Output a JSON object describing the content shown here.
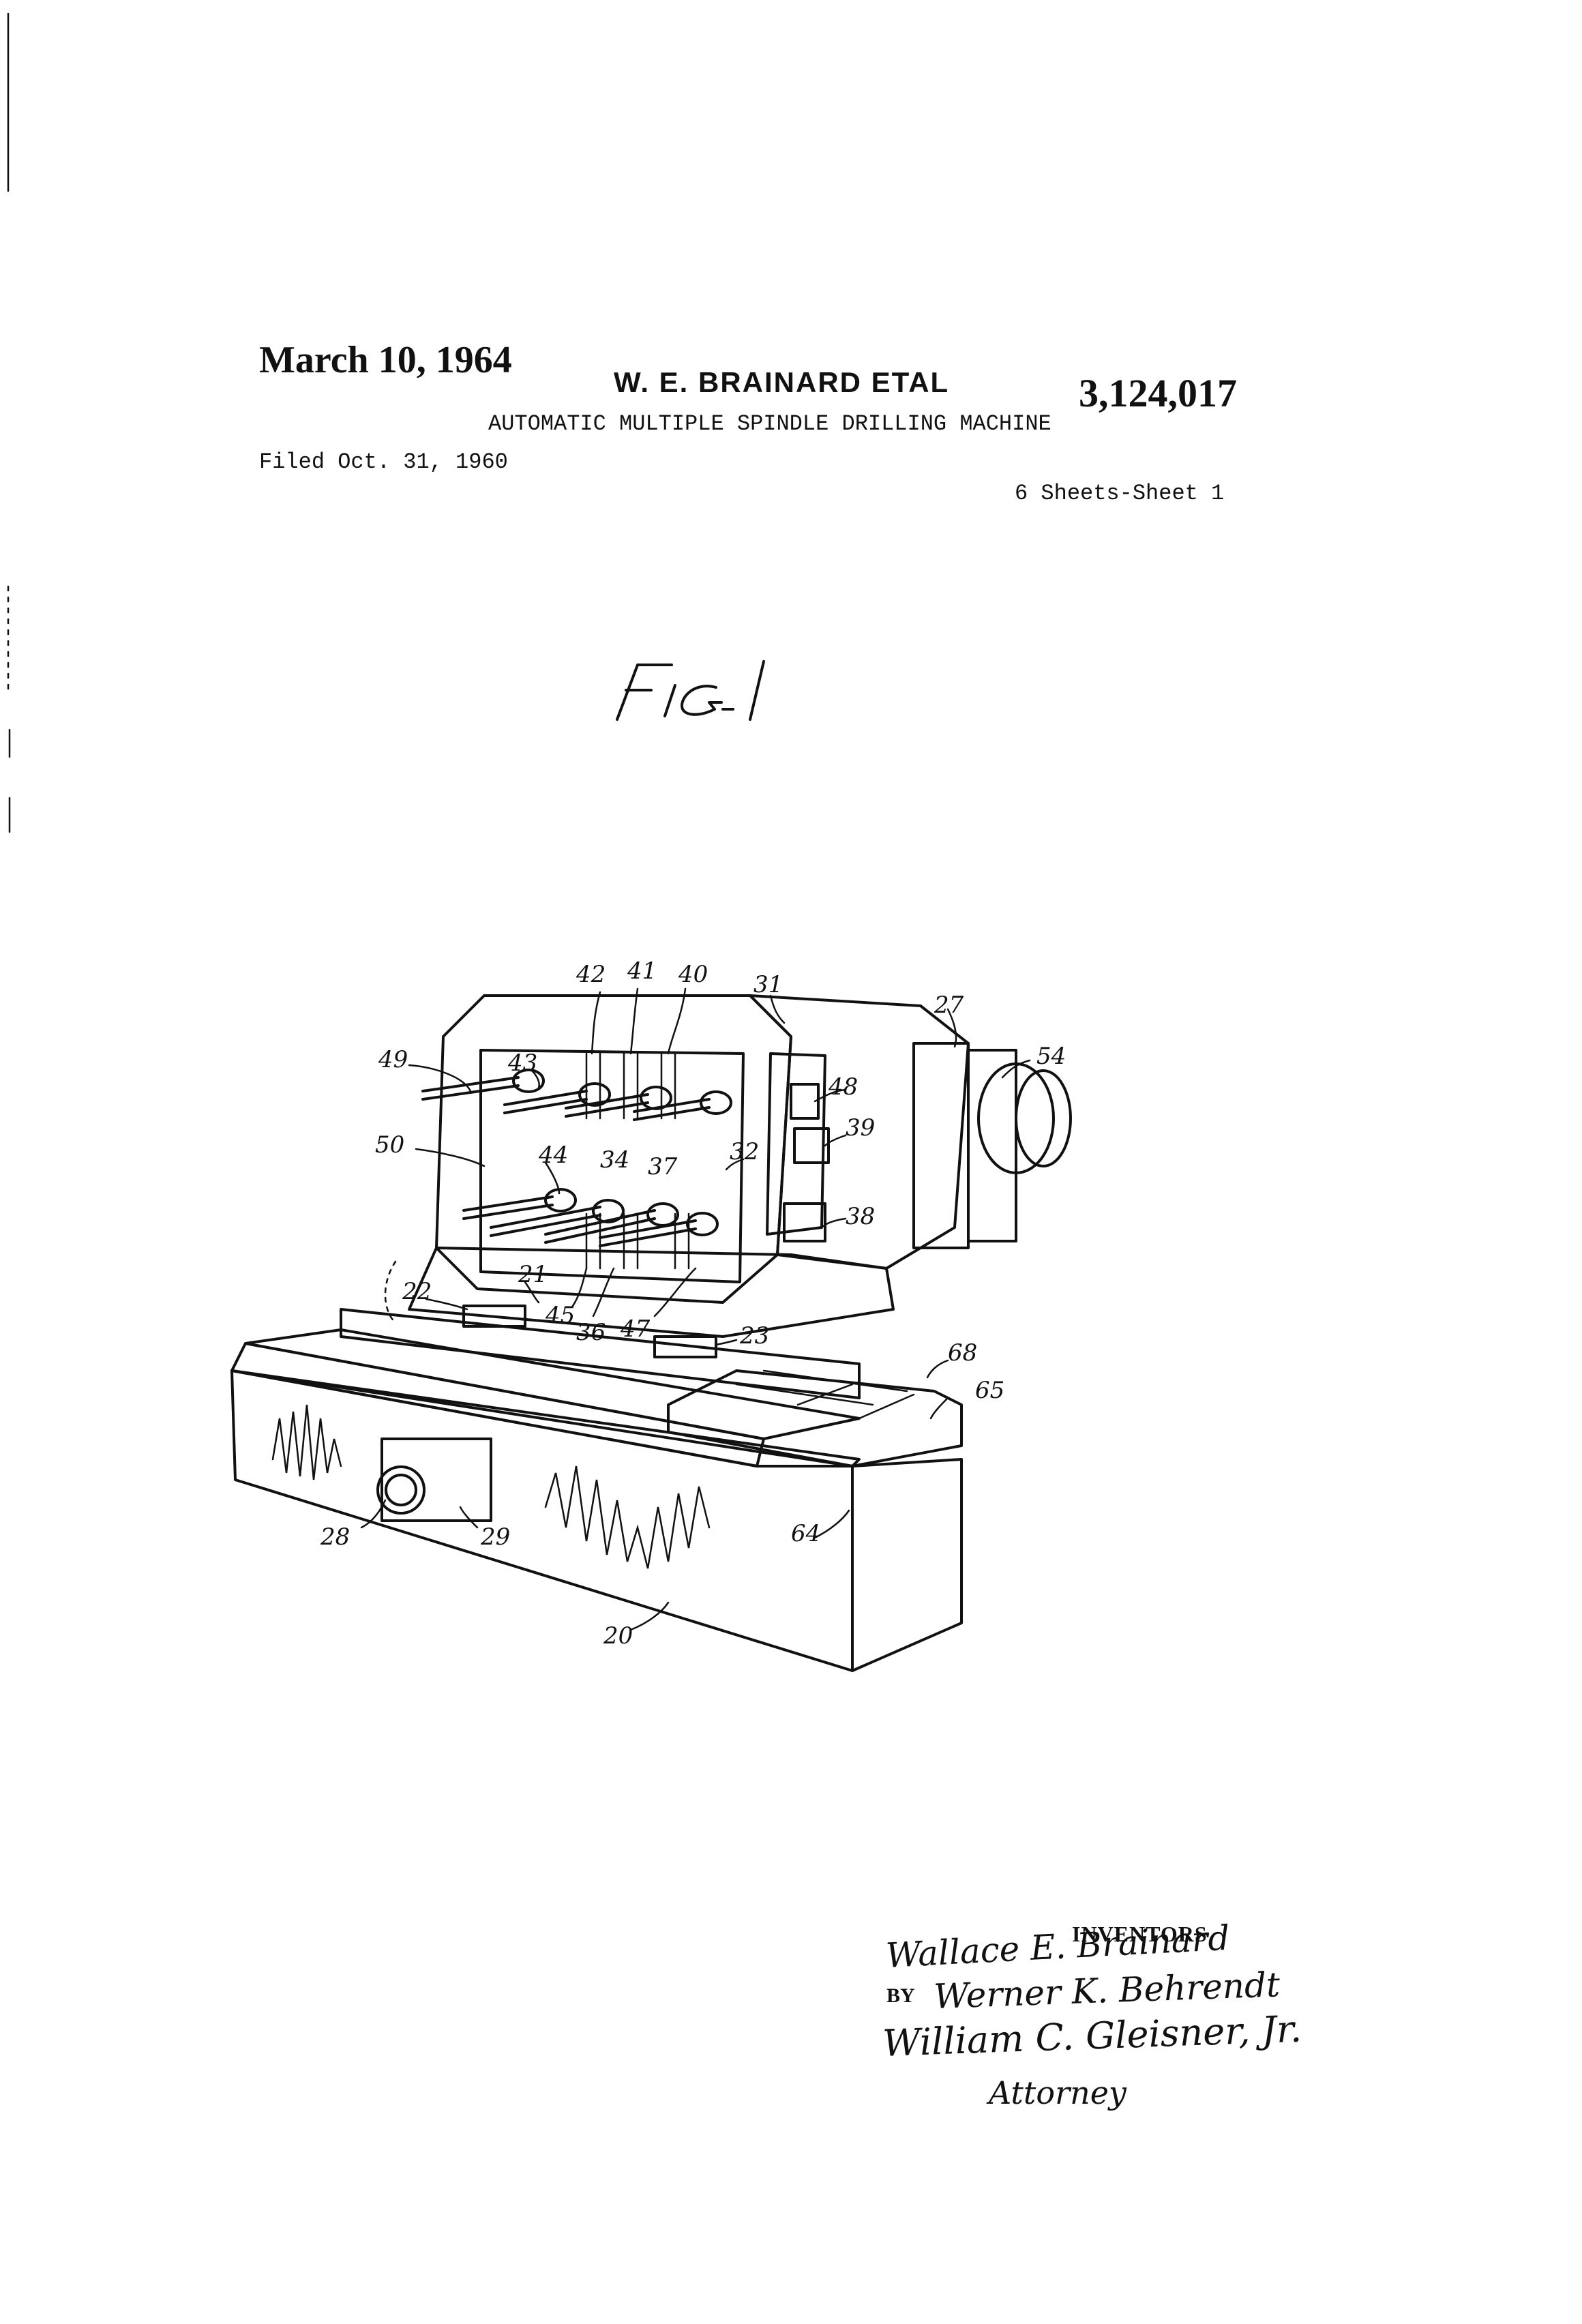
{
  "header": {
    "date": "March 10, 1964",
    "inventor": "W. E. BRAINARD ETAL",
    "patent_number": "3,124,017",
    "title": "AUTOMATIC MULTIPLE SPINDLE DRILLING MACHINE",
    "filed": "Filed Oct. 31, 1960",
    "sheets": "6 Sheets-Sheet 1"
  },
  "figure": {
    "label": "FIG. 1",
    "reference_numerals": [
      "42",
      "41",
      "40",
      "31",
      "27",
      "54",
      "49",
      "43",
      "48",
      "39",
      "50",
      "44",
      "34",
      "37",
      "32",
      "38",
      "22",
      "21",
      "45",
      "36",
      "47",
      "23",
      "68",
      "65",
      "28",
      "29",
      "64",
      "20"
    ]
  },
  "signature_block": {
    "inventors_label": "INVENTORS",
    "inventor_1": "Wallace E. Brainard",
    "by_label": "BY",
    "inventor_2": "Werner K. Behrendt",
    "attorney_signature": "William C. Gleisner, Jr.",
    "attorney_label": "Attorney"
  }
}
